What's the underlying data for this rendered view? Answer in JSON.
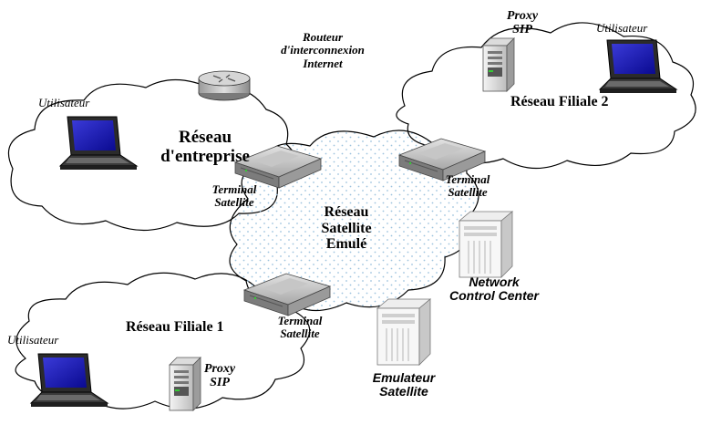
{
  "diagram": {
    "router_label": [
      "Routeur",
      "d'interconnexion",
      "Internet"
    ],
    "user_label": "Utilisateur",
    "proxy_label": [
      "Proxy",
      "SIP"
    ],
    "terminal_label": [
      "Terminal",
      "Satellite"
    ],
    "networks": {
      "entreprise": [
        "Réseau",
        "d'entreprise"
      ],
      "filiale1": "Réseau Filiale 1",
      "filiale2": "Réseau Filiale 2",
      "satellite": [
        "Réseau",
        "Satellite",
        "Emulé"
      ]
    },
    "ncc_label": [
      "Network",
      "Control Center"
    ],
    "emulator_label": [
      "Emulateur",
      "Satellite"
    ]
  }
}
